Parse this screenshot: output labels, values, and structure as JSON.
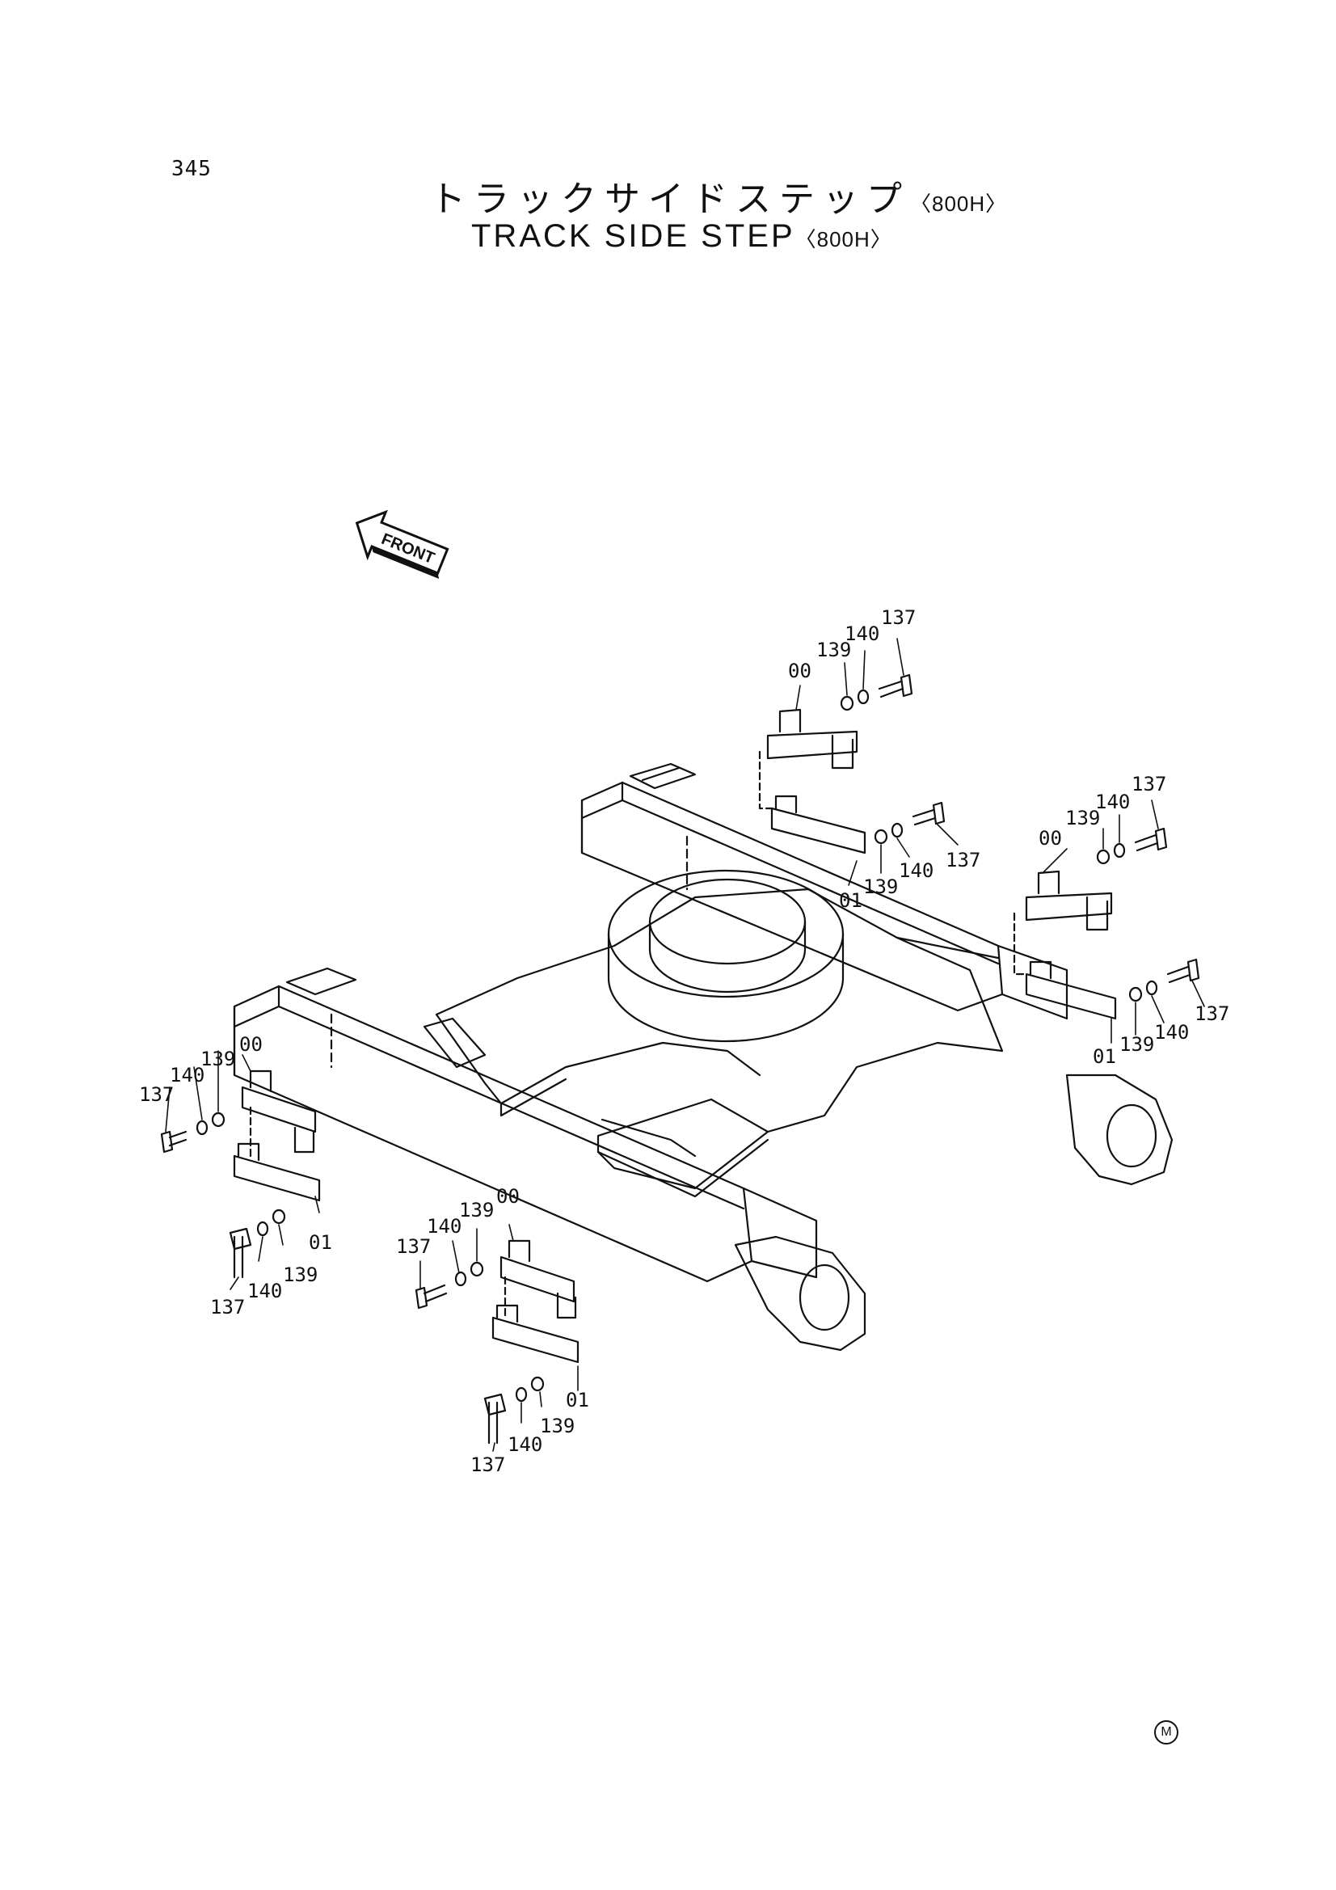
{
  "page": {
    "number": "345",
    "title_jp": "トラックサイドステップ",
    "title_en": "TRACK SIDE STEP",
    "variant_jp": "〈800H〉",
    "variant_en": "〈800H〉",
    "front_label": "FRONT",
    "mark": "M"
  },
  "callouts": {
    "top_right": {
      "a137": "137",
      "a140": "140",
      "a139": "139",
      "a00": "00",
      "b137": "137",
      "b140": "140",
      "b139": "139",
      "b01": "01"
    },
    "mid_right": {
      "a137": "137",
      "a140": "140",
      "a139": "139",
      "a00": "00",
      "b137": "137",
      "b140": "140",
      "b139": "139",
      "b01": "01"
    },
    "left": {
      "a137": "137",
      "a140": "140",
      "a139": "139",
      "a00": "00",
      "b137": "137",
      "b140": "140",
      "b139": "139",
      "b01": "01"
    },
    "bottom": {
      "a137": "137",
      "a140": "140",
      "a139": "139",
      "a00": "00",
      "b137": "137",
      "b140": "140",
      "b139": "139",
      "b01": "01"
    }
  }
}
